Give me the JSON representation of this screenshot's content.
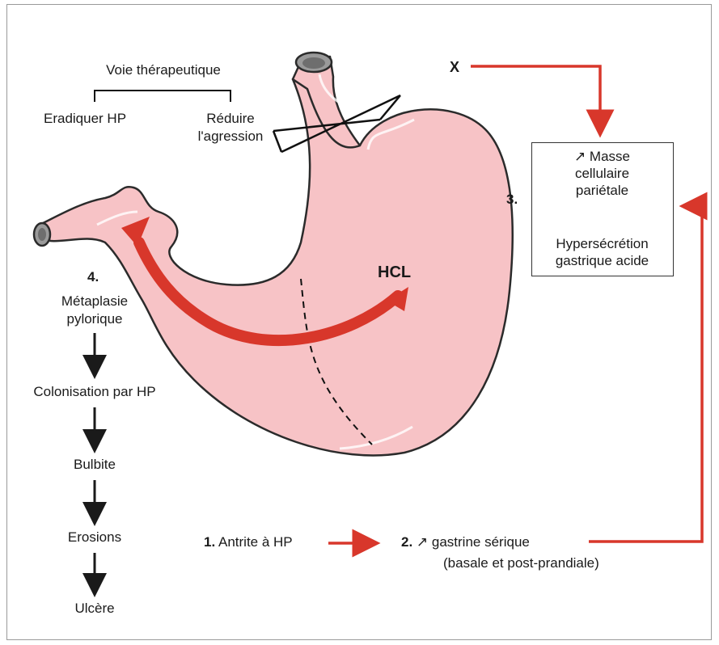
{
  "colors": {
    "stomach_fill": "#f7c3c6",
    "stomach_stroke": "#2b2b2b",
    "arrow_red": "#d8372b",
    "arrow_black": "#1a1a1a"
  },
  "therapy": {
    "title": "Voie thérapeutique",
    "left": "Eradiquer HP",
    "right_line1": "Réduire",
    "right_line2": "l'agression"
  },
  "label_x": "X",
  "label_hcl": "HCL",
  "step3": {
    "number": "3.",
    "line1": "↗ Masse",
    "line2": "cellulaire",
    "line3": "pariétale",
    "line4": "Hypersécrétion",
    "line5": "gastrique acide"
  },
  "step4": {
    "number": "4.",
    "line1": "Métaplasie",
    "line2": "pylorique"
  },
  "cascade": [
    "Colonisation par HP",
    "Bulbite",
    "Erosions",
    "Ulcère"
  ],
  "step1": {
    "number": "1.",
    "text": "Antrite à HP"
  },
  "step2": {
    "number": "2.",
    "text": "↗ gastrine sérique",
    "sub": "(basale et post-prandiale)"
  }
}
